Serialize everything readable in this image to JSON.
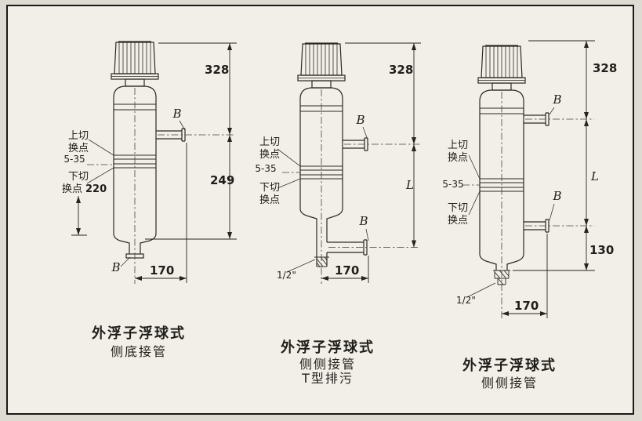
{
  "page": {
    "background": "#dedbd2",
    "paper": "#f1efe7",
    "ink": "#26241f"
  },
  "figures": [
    {
      "caption_1": "外浮子浮球式",
      "caption_2": "侧底接管",
      "dim_height_total": "328",
      "dim_height_lower": "249",
      "dim_lower_offset": "220",
      "dim_width": "170",
      "switch_range": "5-35",
      "upper_switch_line1": "上切",
      "upper_switch_line2": "换点",
      "lower_switch_line1": "下切",
      "lower_switch_line2": "换点",
      "port_side": "B",
      "port_bottom": "B"
    },
    {
      "caption_1": "外浮子浮球式",
      "caption_2": "侧侧接管",
      "caption_3": "T型排污",
      "dim_height_total": "328",
      "dim_height_lower": "L",
      "dim_width": "170",
      "switch_range": "5-35",
      "upper_switch_line1": "上切",
      "upper_switch_line2": "换点",
      "lower_switch_line1": "下切",
      "lower_switch_line2": "换点",
      "port_upper": "B",
      "port_lower": "B",
      "drain_size": "1/2\""
    },
    {
      "caption_1": "外浮子浮球式",
      "caption_2": "侧侧接管",
      "dim_height_total": "328",
      "dim_height_mid": "L",
      "dim_height_bottom": "130",
      "dim_width": "170",
      "switch_range": "5-35",
      "upper_switch_line1": "上切",
      "upper_switch_line2": "换点",
      "lower_switch_line1": "下切",
      "lower_switch_line2": "换点",
      "port_upper": "B",
      "port_lower": "B",
      "drain_size": "1/2\""
    }
  ]
}
